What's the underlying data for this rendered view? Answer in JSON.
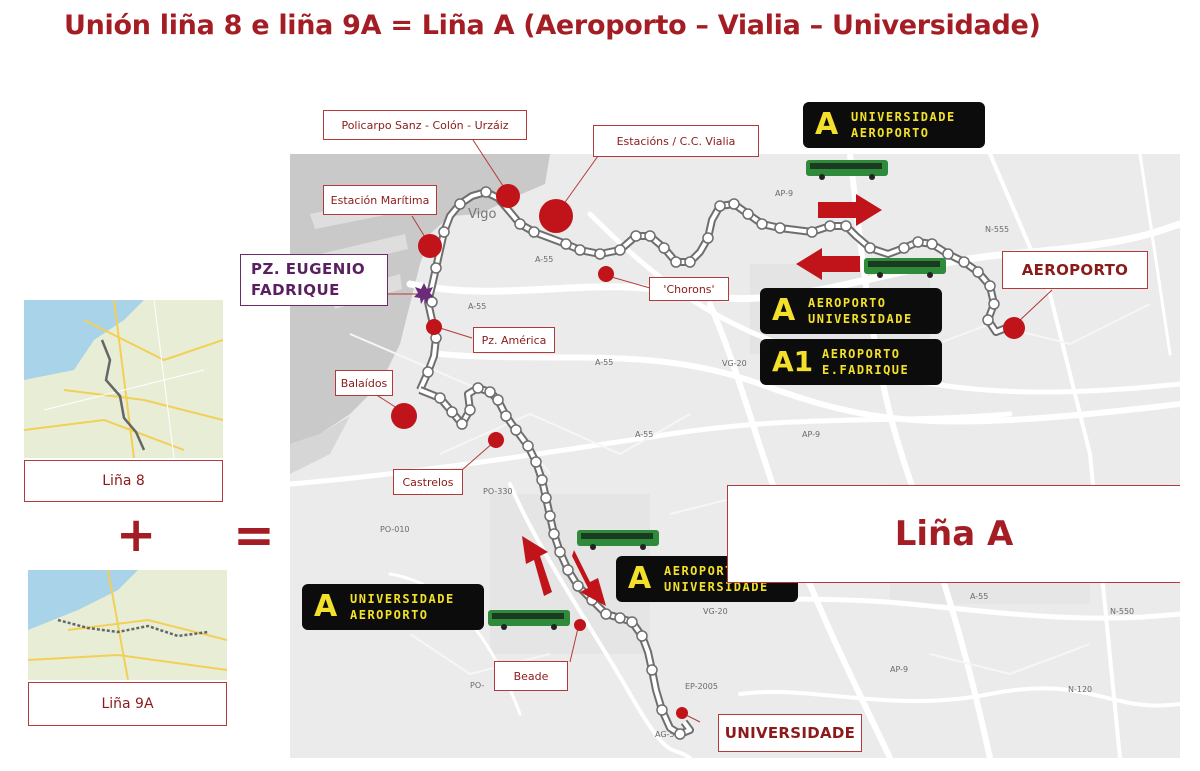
{
  "title": "Unión liña 8 e liña 9A = Liña A (Aeroporto – Vialia – Universidade)",
  "labels": {
    "policarpo": "Policarpo Sanz - Colón - Urzáiz",
    "estacions": "Estacións / C.C. Vialia",
    "maritima": "Estación Marítima",
    "eugenio_line1": "PZ. EUGENIO",
    "eugenio_line2": "FADRIQUE",
    "chorons": "'Chorons'",
    "pz_america": "Pz. América",
    "balaidos": "Balaídos",
    "castrelos": "Castrelos",
    "beade": "Beade",
    "aeroporto": "AEROPORTO",
    "universidade": "UNIVERSIDADE"
  },
  "signs": [
    {
      "letter": "A",
      "line1": "UNIVERSIDADE",
      "line2": "AEROPORTO"
    },
    {
      "letter": "A",
      "line1": "AEROPORTO",
      "line2": "UNIVERSIDADE"
    },
    {
      "letter": "A1",
      "line1": "AEROPORTO",
      "line2": "E.FADRIQUE"
    },
    {
      "letter": "A",
      "line1": "AEROPORTO",
      "line2": "UNIVERSIDADE"
    },
    {
      "letter": "A",
      "line1": "UNIVERSIDADE",
      "line2": "AEROPORTO"
    }
  ],
  "left_panel": {
    "line8_label": "Liña 8",
    "line9a_label": "Liña 9A",
    "plus": "+",
    "equals": "="
  },
  "result_label": "Liña A",
  "map_text": {
    "city": "Vigo",
    "road_labels": [
      "AP-9",
      "A-55",
      "N-555",
      "VG-20",
      "A-55",
      "A-55",
      "AP-9",
      "A-55",
      "PO-330",
      "PO-010",
      "VG-20",
      "EP-2005",
      "AG-57",
      "A-55",
      "N-550",
      "AP-9",
      "N-120",
      "PO-"
    ]
  },
  "colors": {
    "brand_red": "#a51d24",
    "stop_red": "#c0141a",
    "sign_bg": "#0c0c0c",
    "sign_text": "#f2e02a",
    "eugenio_purple": "#5a1f5e",
    "route_gray": "#7a7a7a",
    "bus_green": "#2f8a3a"
  }
}
